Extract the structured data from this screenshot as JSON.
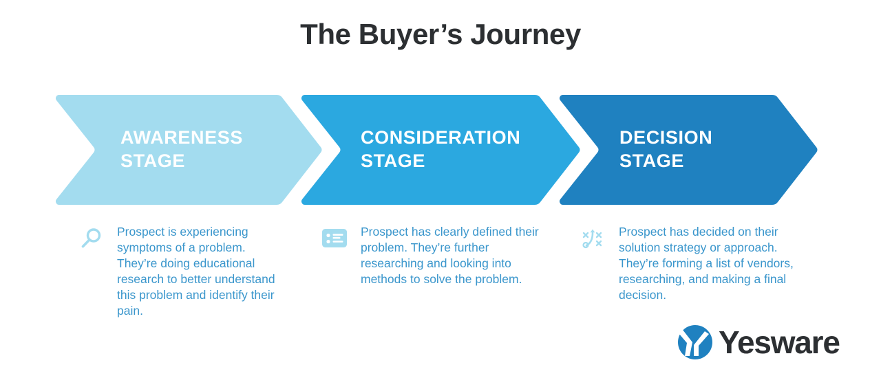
{
  "page": {
    "title": "The Buyer’s Journey",
    "background_color": "#FFFFFF",
    "title_color": "#2C2F32"
  },
  "stages": [
    {
      "id": "awareness",
      "label": "AWARENESS\nSTAGE",
      "color": "#A3DCEF",
      "icon": "magnifying-glass-icon",
      "description": "Prospect is experiencing symptoms of a problem. They’re doing educational research to better understand this problem and identify their pain."
    },
    {
      "id": "consideration",
      "label": "CONSIDERATION\nSTAGE",
      "color": "#2BA8E0",
      "icon": "bulleted-list-icon",
      "description": "Prospect has clearly defined their problem. They’re further researching and looking into methods to solve the problem."
    },
    {
      "id": "decision",
      "label": "DECISION\nSTAGE",
      "color": "#1F81C0",
      "icon": "strategy-playbook-icon",
      "description": "Prospect has decided on their solution strategy or approach. They’re forming a list of vendors, researching, and making a final decision."
    }
  ],
  "description_text_color": "#3A96CC",
  "icon_color": "#A3DCEF",
  "logo": {
    "wordmark": "Yesware",
    "mark_color": "#1F81C0",
    "wordmark_color": "#2C2F32"
  }
}
